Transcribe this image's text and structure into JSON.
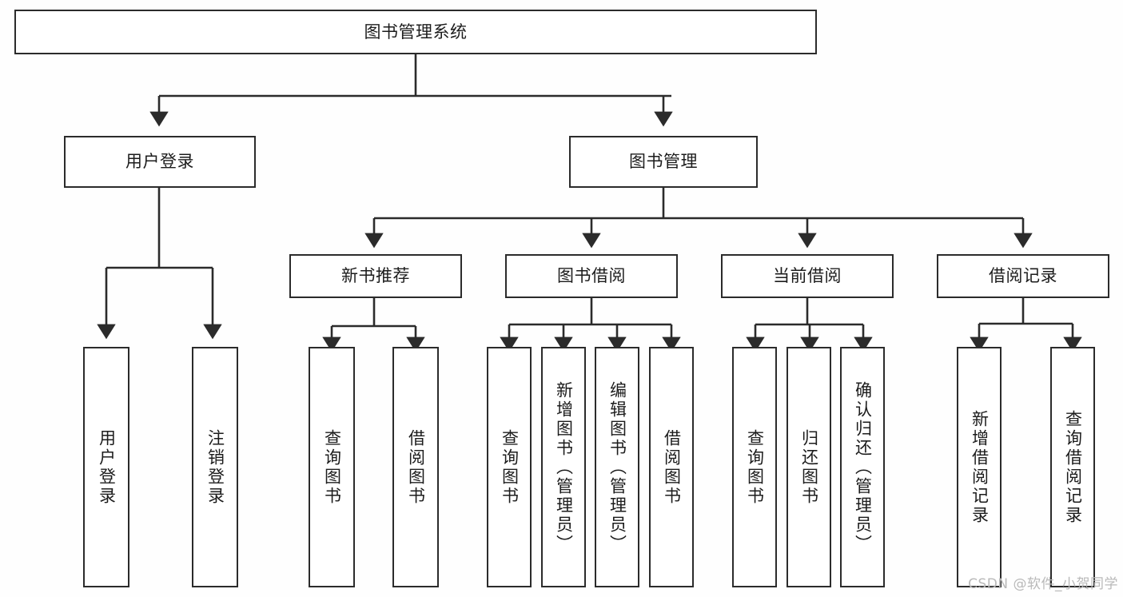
{
  "diagram": {
    "type": "tree-hierarchy",
    "title": "图书管理系统",
    "root": {
      "id": "root",
      "label": "图书管理系统"
    },
    "level1": [
      {
        "id": "user-login",
        "label": "用户登录"
      },
      {
        "id": "book-manage",
        "label": "图书管理"
      }
    ],
    "level2": [
      {
        "id": "new-book-recommend",
        "label": "新书推荐",
        "parent": "book-manage"
      },
      {
        "id": "book-borrow",
        "label": "图书借阅",
        "parent": "book-manage"
      },
      {
        "id": "current-borrow",
        "label": "当前借阅",
        "parent": "book-manage"
      },
      {
        "id": "borrow-record",
        "label": "借阅记录",
        "parent": "book-manage"
      }
    ],
    "leaves": [
      {
        "id": "leaf-user-login",
        "label": "用户登录",
        "parent": "user-login"
      },
      {
        "id": "leaf-user-logout",
        "label": "注销登录",
        "parent": "user-login"
      },
      {
        "id": "leaf-query-book-1",
        "label": "查询图书",
        "parent": "new-book-recommend"
      },
      {
        "id": "leaf-borrow-book-1",
        "label": "借阅图书",
        "parent": "new-book-recommend"
      },
      {
        "id": "leaf-query-book-2",
        "label": "查询图书",
        "parent": "book-borrow"
      },
      {
        "id": "leaf-add-book",
        "label": "新增图书（管理员）",
        "parent": "book-borrow"
      },
      {
        "id": "leaf-edit-book",
        "label": "编辑图书（管理员）",
        "parent": "book-borrow"
      },
      {
        "id": "leaf-borrow-book-2",
        "label": "借阅图书",
        "parent": "book-borrow"
      },
      {
        "id": "leaf-query-book-3",
        "label": "查询图书",
        "parent": "current-borrow"
      },
      {
        "id": "leaf-return-book",
        "label": "归还图书",
        "parent": "current-borrow"
      },
      {
        "id": "leaf-confirm-return",
        "label": "确认归还（管理员）",
        "parent": "current-borrow"
      },
      {
        "id": "leaf-add-record",
        "label": "新增借阅记录",
        "parent": "borrow-record"
      },
      {
        "id": "leaf-query-record",
        "label": "查询借阅记录",
        "parent": "borrow-record"
      }
    ],
    "colors": {
      "stroke": "#2b2b2b",
      "fill": "#ffffff",
      "background": "#fefefe",
      "text": "#1c1c1c",
      "watermark": "#b9b9b9"
    }
  },
  "watermark": {
    "text": "CSDN @软件_小贺同学"
  }
}
